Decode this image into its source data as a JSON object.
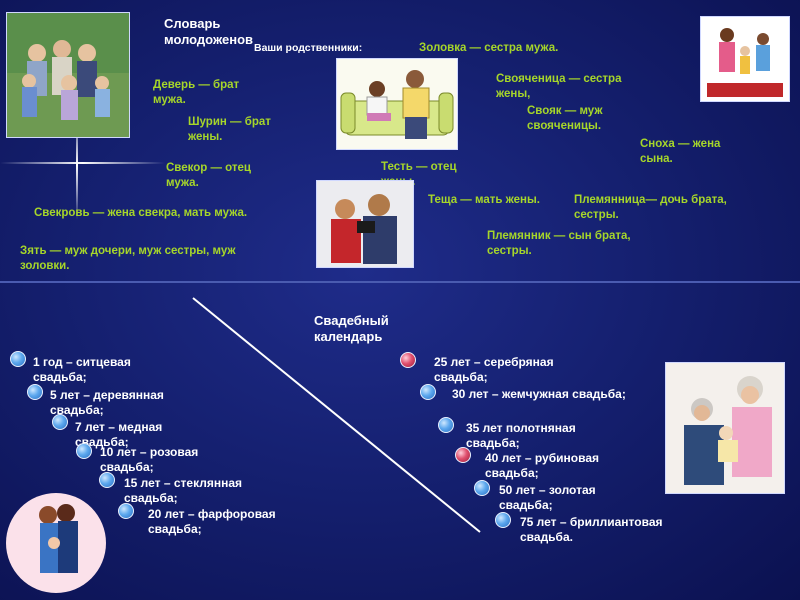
{
  "dictionary": {
    "title": "Словарь молодоженов",
    "subtitle": "Ваши родственники:",
    "terms": [
      {
        "text": "Деверь — брат мужа."
      },
      {
        "text": "Шурин — брат жены."
      },
      {
        "text": "Свекор — отец мужа."
      },
      {
        "text": "Свекровь — жена свекра, мать мужа."
      },
      {
        "text": "Зять — муж дочери, муж сестры, муж золовки."
      },
      {
        "text": "Золовка — сестра мужа."
      },
      {
        "text": "Свояченица — сестра жены,"
      },
      {
        "text": "Свояк — муж свояченицы."
      },
      {
        "text": "Сноха — жена сына."
      },
      {
        "text": "Тесть — отец жены."
      },
      {
        "text": "Теща — мать жены."
      },
      {
        "text": "Племянница— дочь брата, сестры."
      },
      {
        "text": "Племянник — сын брата, сестры."
      }
    ]
  },
  "calendar": {
    "title": "Свадебный календарь",
    "left": [
      {
        "text": "1 год – ситцевая свадьба;"
      },
      {
        "text": "5 лет – деревянная свадьба;"
      },
      {
        "text": "7 лет – медная свадьба;"
      },
      {
        "text": "10 лет – розовая свадьба;"
      },
      {
        "text": "15 лет – стеклянная свадьба;"
      },
      {
        "text": "20 лет – фарфоровая свадьба;"
      }
    ],
    "right": [
      {
        "text": "25 лет – серебряная свадьба;"
      },
      {
        "text": "30 лет  – жемчужная свадьба;"
      },
      {
        "text": "35 лет    полотняная свадьба;"
      },
      {
        "text": "40 лет – рубиновая свадьба;"
      },
      {
        "text": "50 лет – золотая свадьба;"
      },
      {
        "text": "75 лет – бриллиантовая свадьба."
      }
    ]
  },
  "colors": {
    "background": "#152070",
    "term_text": "#a6d62a",
    "calendar_text": "#ffffff",
    "dot_blue": "#5da8ee",
    "dot_red": "#e0506e"
  }
}
